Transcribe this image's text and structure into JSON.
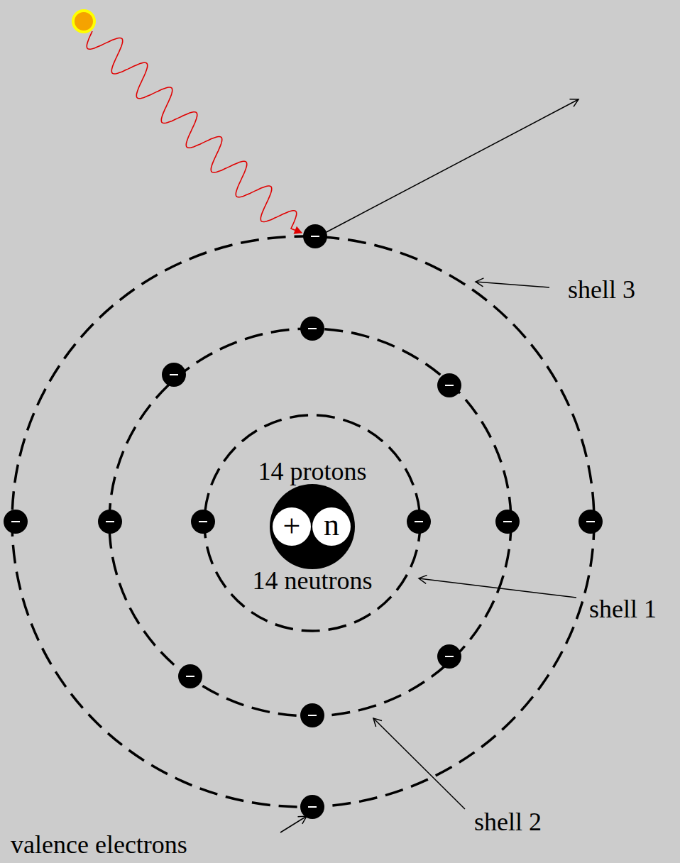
{
  "diagram": {
    "labels": [
      "shell 3",
      "14 protons",
      "+",
      "n",
      "14 neutrons",
      "shell 1",
      "shell 2",
      "valence electrons"
    ]
  }
}
